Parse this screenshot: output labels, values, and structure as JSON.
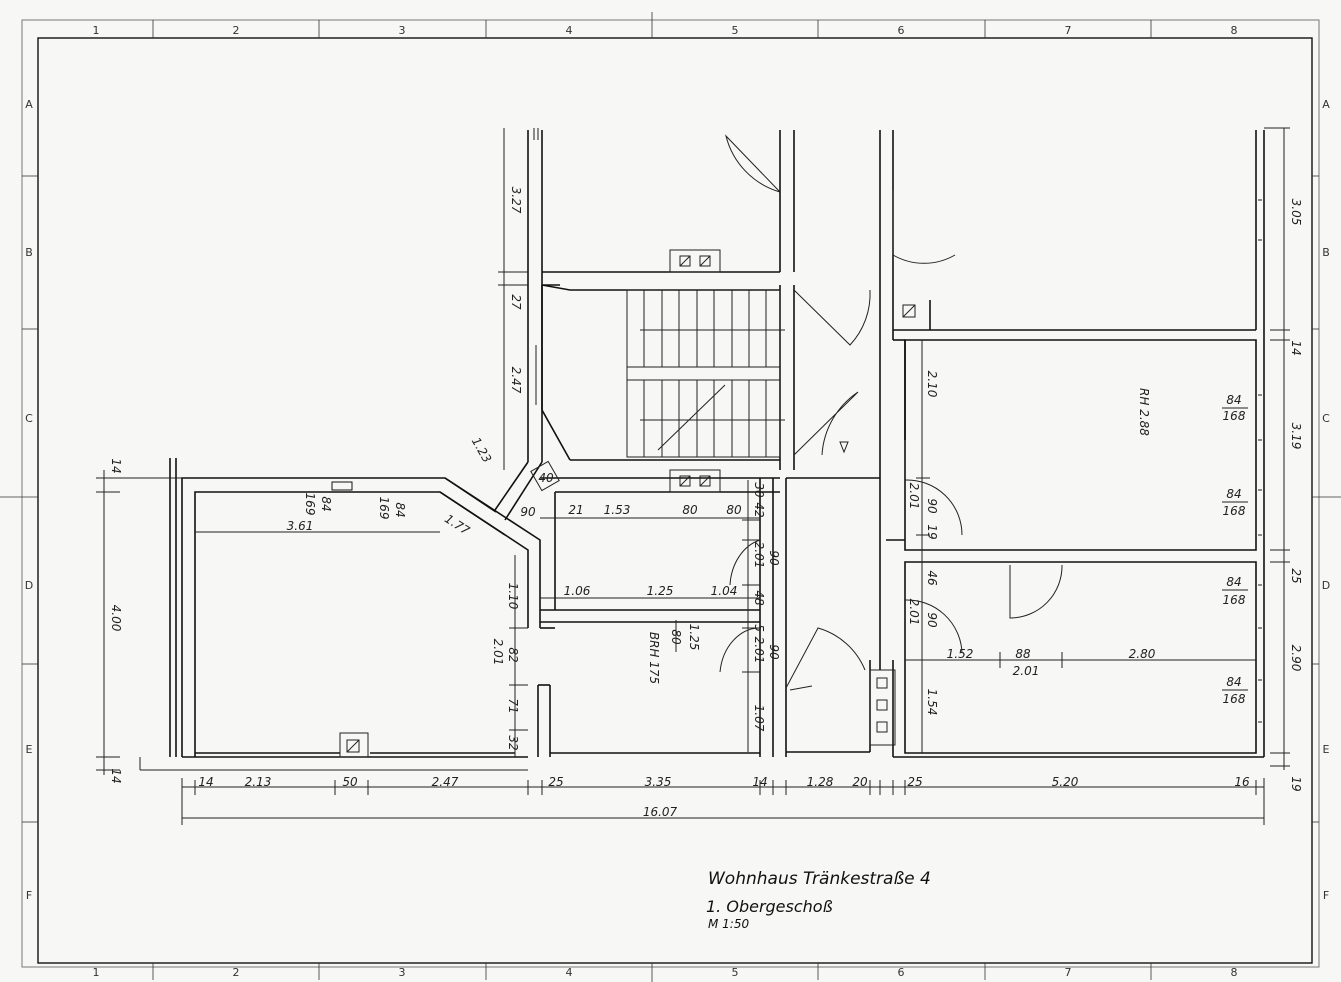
{
  "frame": {
    "columns": [
      "1",
      "2",
      "3",
      "4",
      "5",
      "6",
      "7",
      "8"
    ],
    "rows": [
      "A",
      "B",
      "C",
      "D",
      "E",
      "F"
    ]
  },
  "title_block": {
    "title": "Wohnhaus Tränkestraße 4",
    "floor": "1. Obergeschoß",
    "scale": "M 1:50"
  },
  "dimensions": {
    "left_height": "4.00",
    "left_top": "14",
    "left_bottom": "14",
    "tower_327": "3.27",
    "tower_27": "27",
    "tower_247": "2.47",
    "diag_123": "1.23",
    "room_width": "3.61",
    "win_84_a": "84",
    "win_169_a": "169",
    "win_84_b": "84",
    "win_169_b": "169",
    "diag_177": "1.77",
    "s40": "40",
    "s90": "90",
    "s21": "21",
    "s153": "1.53",
    "s80": "80",
    "s80b": "80",
    "s30": "30",
    "s42": "42",
    "s201_a": "2.01",
    "s90_a": "90",
    "s106": "1.06",
    "s125": "1.25",
    "s104": "1.04",
    "s48": "48",
    "s110": "1.10",
    "frac_top": "1.25",
    "frac_bottom": "80",
    "brh175": "BRH 175",
    "s5": "5",
    "s201_b": "2.01",
    "s90_b": "90",
    "s82": "82",
    "s201_c": "2.01",
    "s71": "71",
    "s32": "32",
    "s107": "1.07",
    "rh288": "RH 2.88",
    "r210": "2.10",
    "r201_d": "2.01",
    "r90_d": "90",
    "r19": "19",
    "r46": "46",
    "r201_e": "2.01",
    "r90_e": "90",
    "r152": "1.52",
    "r88": "88",
    "r201_f": "2.01",
    "r280": "2.80",
    "r154": "1.54",
    "w84_1": "84",
    "w168_1": "168",
    "w84_2": "84",
    "w168_2": "168",
    "w84_3": "84",
    "w168_3": "168",
    "w84_4": "84",
    "w168_4": "168",
    "right_305": "3.05",
    "right_14": "14",
    "right_319": "3.19",
    "right_25": "25",
    "right_290": "2.90",
    "right_19": "19",
    "b14": "14",
    "b213": "2.13",
    "b50": "50",
    "b247": "2.47",
    "b25a": "25",
    "b335": "3.35",
    "b14b": "14",
    "b128": "1.28",
    "b20": "20",
    "b25b": "25",
    "b520": "5.20",
    "b16": "16",
    "total": "16.07"
  }
}
